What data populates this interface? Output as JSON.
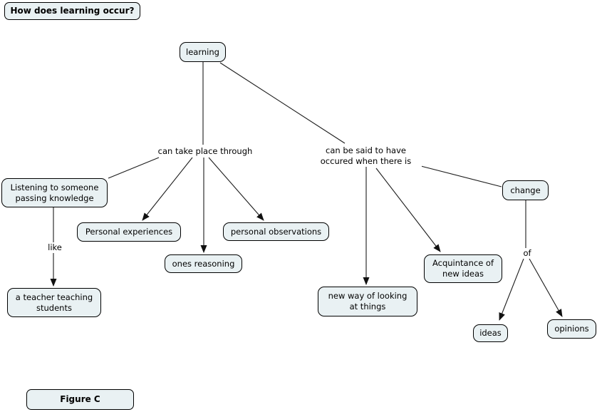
{
  "diagram": {
    "question": "How does learning occur?",
    "figure_caption": "Figure C",
    "concepts": {
      "learning": "learning",
      "listening": "Listening to someone\npassing knowledge",
      "personal_experiences": "Personal experiences",
      "ones_reasoning": "ones reasoning",
      "personal_observations": "personal observations",
      "teacher": "a teacher teaching\nstudents",
      "new_way": "new way of looking\nat things",
      "acquintance": "Acquintance of\nnew ideas",
      "change": "change",
      "ideas": "ideas",
      "opinions": "opinions"
    },
    "linking_phrases": {
      "can_take_place": "can take place through",
      "can_be_said": "can be said to have\noccured when there is",
      "like": "like",
      "of": "of"
    },
    "edges": [
      {
        "from": "learning",
        "to": "can take place through",
        "arrow": false
      },
      {
        "from": "learning",
        "to": "can be said to have occured when there is",
        "arrow": false
      },
      {
        "from": "can take place through",
        "to": "Listening to someone passing knowledge",
        "arrow": false
      },
      {
        "from": "can take place through",
        "to": "Personal experiences",
        "arrow": true
      },
      {
        "from": "can take place through",
        "to": "ones reasoning",
        "arrow": true
      },
      {
        "from": "can take place through",
        "to": "personal observations",
        "arrow": true
      },
      {
        "from": "Listening to someone passing knowledge",
        "via": "like",
        "to": "a teacher teaching students",
        "arrow": true
      },
      {
        "from": "can be said to have occured when there is",
        "to": "new way of looking at things",
        "arrow": true
      },
      {
        "from": "can be said to have occured when there is",
        "to": "Acquintance of new ideas",
        "arrow": true
      },
      {
        "from": "can be said to have occured when there is",
        "to": "change",
        "arrow": false
      },
      {
        "from": "change",
        "via": "of",
        "to": "ideas",
        "arrow": true
      },
      {
        "from": "change",
        "via": "of",
        "to": "opinions",
        "arrow": true
      }
    ],
    "colors": {
      "background": "#ffffff",
      "node_fill": "#e9f1f3",
      "node_border": "#000000",
      "line": "#1c1c1c",
      "text": "#000000"
    }
  }
}
